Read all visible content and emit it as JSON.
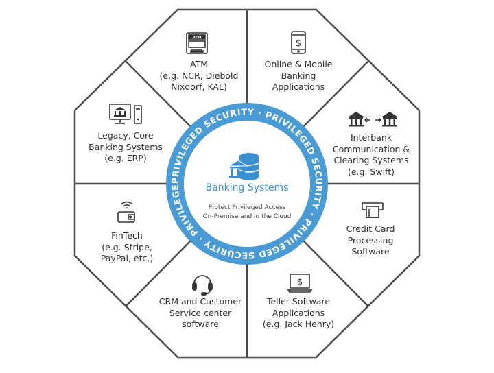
{
  "diagram": {
    "ring_text": "PRIVILEGED SECURITY · PRIVILEGED SECURITY · PRIVILEGED SECURITY · PRIVILEGED SECURITY · ",
    "center": {
      "title": "Banking Systems",
      "subtitle_line1": "Protect Privileged Access",
      "subtitle_line2": "On-Premise and in the Cloud",
      "icon": "bank-database-icon"
    },
    "segments": [
      {
        "id": "atm",
        "lines": [
          "ATM",
          "(e.g. NCR, Diebold",
          "Nixdorf, KAL)"
        ],
        "icon": "atm-icon",
        "icon_text": "ATM"
      },
      {
        "id": "online-mobile",
        "lines": [
          "Online & Mobile",
          "Banking",
          "Applications"
        ],
        "icon": "mobile-dollar-icon"
      },
      {
        "id": "interbank",
        "lines": [
          "Interbank",
          "Communication &",
          "Clearing Systems",
          "(e.g. Swift)"
        ],
        "icon": "bank-exchange-icon"
      },
      {
        "id": "credit-card",
        "lines": [
          "Credit Card",
          "Processing",
          "Software"
        ],
        "icon": "card-terminal-icon"
      },
      {
        "id": "teller",
        "lines": [
          "Teller Software",
          "Applications",
          "(e.g. Jack Henry)"
        ],
        "icon": "laptop-dollar-icon"
      },
      {
        "id": "crm",
        "lines": [
          "CRM and Customer",
          "Service center",
          "software"
        ],
        "icon": "headset-icon"
      },
      {
        "id": "fintech",
        "lines": [
          "FinTech",
          "(e.g. Stripe,",
          "PayPal, etc.)"
        ],
        "icon": "wallet-wifi-icon"
      },
      {
        "id": "legacy",
        "lines": [
          "Legacy, Core",
          "Banking Systems",
          "(e.g. ERP)"
        ],
        "icon": "bank-computer-icon"
      }
    ],
    "colors": {
      "ring": "#4a9ad4",
      "accent": "#3a8fd0",
      "line": "#4a4a4a",
      "text": "#2f2f2f"
    }
  }
}
